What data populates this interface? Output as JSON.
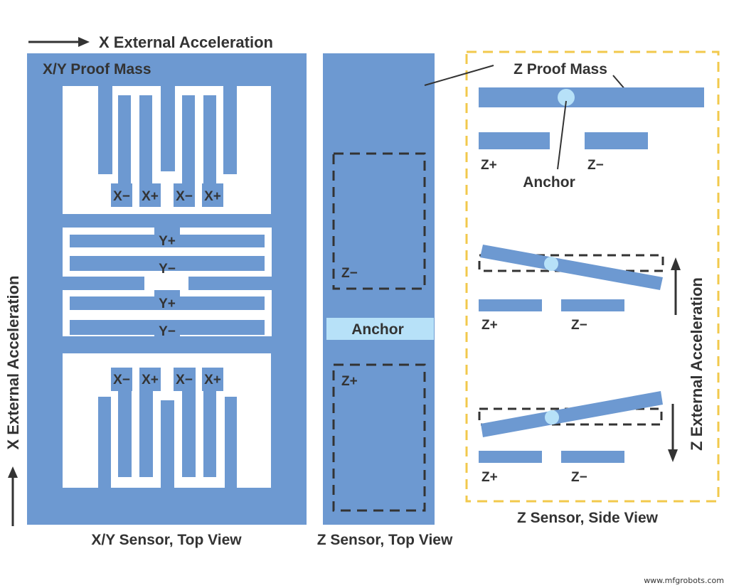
{
  "colors": {
    "proof_mass": "#6D99D1",
    "anchor_light": "#B7E1F8",
    "text": "#333333",
    "dashed_gray": "#333333",
    "dashed_yellow": "#F2C94C",
    "background": "#FFFFFF"
  },
  "top_arrow_label": "X External Acceleration",
  "left_axis_label": "X External Acceleration",
  "right_axis_label": "Z External Acceleration",
  "xy_panel": {
    "title": "X/Y Proof Mass",
    "caption": "X/Y Sensor, Top View",
    "x_electrodes_top": [
      "X−",
      "X+",
      "X−",
      "X+"
    ],
    "x_electrodes_bottom": [
      "X−",
      "X+",
      "X−",
      "X+"
    ],
    "y_electrodes": [
      "Y+",
      "Y−",
      "Y+",
      "Y−"
    ]
  },
  "z_top_panel": {
    "caption": "Z Sensor, Top View",
    "z_minus": "Z−",
    "z_plus": "Z+",
    "anchor": "Anchor"
  },
  "z_side_panel": {
    "caption": "Z Sensor, Side View",
    "proof_mass": "Z Proof Mass",
    "anchor": "Anchor",
    "z_plus": "Z+",
    "z_minus": "Z−"
  },
  "watermark": "www.mfgrobots.com"
}
